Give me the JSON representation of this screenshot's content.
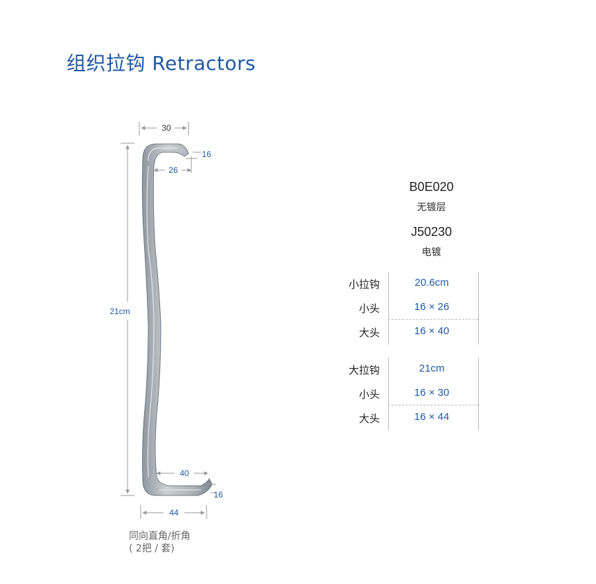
{
  "header": {
    "title": "组织拉钩 Retractors"
  },
  "drawing": {
    "top_width": "30",
    "top_inner_width": "26",
    "top_thickness": "16",
    "overall_length": "21cm",
    "bottom_inner_width": "40",
    "bottom_thickness": "16",
    "bottom_width": "44"
  },
  "caption": {
    "line1": "同向直角/折角",
    "line2": "( 2把 / 套)"
  },
  "codes": [
    {
      "code": "B0E020",
      "note": "无镀层"
    },
    {
      "code": "J50230",
      "note": "电镀"
    }
  ],
  "specs": [
    {
      "rows": [
        {
          "label": "小拉钩",
          "value": "20.6cm"
        },
        {
          "label": "小头",
          "value": "16 × 26"
        },
        {
          "label": "大头",
          "value": "16 × 40"
        }
      ]
    },
    {
      "rows": [
        {
          "label": "大拉钩",
          "value": "21cm"
        },
        {
          "label": "小头",
          "value": "16 × 30"
        },
        {
          "label": "大头",
          "value": "16 × 44"
        }
      ]
    }
  ],
  "colors": {
    "title": "#1f5aa6",
    "value": "#1f5aa6",
    "instrument": "#b9c0c6"
  }
}
